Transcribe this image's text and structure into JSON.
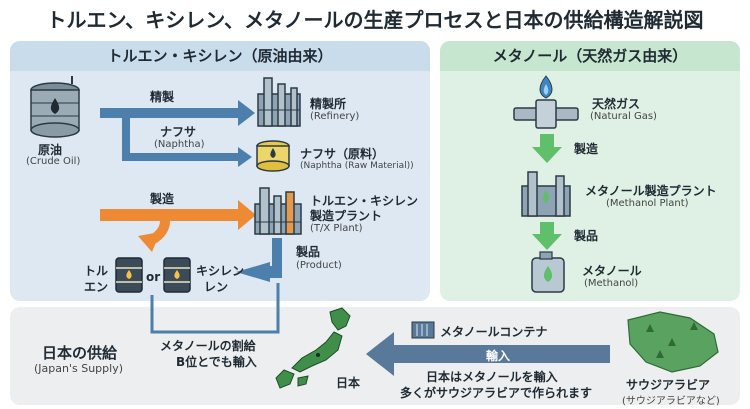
{
  "title": "トルエン、キシレン、メタノールの生産プロセスと日本の供給構造解説図",
  "left_panel": {
    "header": "トルエン・キシレン（原油由来）",
    "crude_oil": {
      "label": "原油",
      "sub": "(Crude Oil)"
    },
    "arrow_refining": "精製",
    "arrow_naphtha": {
      "label": "ナフサ",
      "sub": "(Naphtha)"
    },
    "refinery": {
      "label": "精製所",
      "sub": "(Refinery)"
    },
    "naphtha": {
      "label": "ナフサ（原料）",
      "sub": "(Naphtha (Raw Material))"
    },
    "arrow_manufacture": "製造",
    "tx_plant": {
      "label_line1": "トルエン・キシレン",
      "label_line2": "製造プラント",
      "sub": "(T/X Plant)"
    },
    "product": {
      "label": "製品",
      "sub": "(Product)"
    },
    "toluene": {
      "line1": "トル",
      "line2": "エン"
    },
    "or_text": "or",
    "xylene": {
      "line1": "キシレン",
      "line2": "レン"
    }
  },
  "right_panel": {
    "header": "メタノール（天然ガス由来）",
    "natural_gas": {
      "label": "天然ガス",
      "sub": "(Natural Gas)"
    },
    "arrow_manufacture": "製造",
    "methanol_plant": {
      "label": "メタノール製造プラント",
      "sub": "(Methanol Plant)"
    },
    "arrow_product": "製品",
    "methanol": {
      "label": "メタノール",
      "sub": "(Methanol)"
    }
  },
  "bottom_panel": {
    "japan_supply": {
      "label": "日本の供給",
      "sub": "(Japan's Supply)"
    },
    "methanol_ratio": {
      "line1": "メタノールの割給",
      "line2": "B位とでも輸入"
    },
    "japan_label": "日本",
    "container_label": "メタノールコンテナ",
    "import_label": "輸入",
    "import_note": {
      "line1": "日本はメタノールを輸入",
      "line2": "多くがサウジアラビアで作られます"
    },
    "saudi": {
      "label": "サウジアラビア",
      "sub": "(サウジアラビアなど)"
    }
  },
  "colors": {
    "blue_arrow": "#4d7fad",
    "orange_arrow": "#ee8a34",
    "green_arrow": "#5fbf6a",
    "import_arrow": "#58799a",
    "japan_green": "#3f8f4a",
    "saudi_green": "#5aa25f"
  }
}
